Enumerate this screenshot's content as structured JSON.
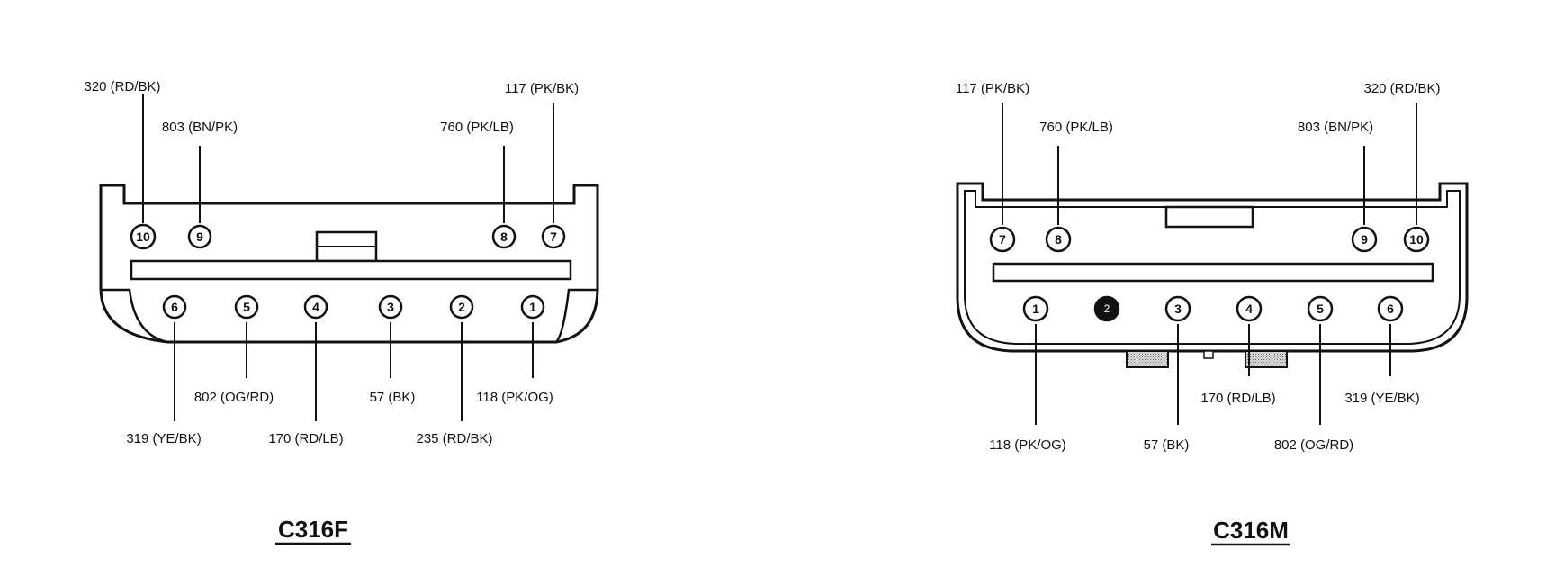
{
  "connectors": [
    {
      "id": "c316f",
      "title": "C316F",
      "pins": [
        {
          "pin": "1",
          "circuit": "118 (PK/OG)"
        },
        {
          "pin": "2",
          "circuit": "235 (RD/BK)"
        },
        {
          "pin": "3",
          "circuit": "57 (BK)"
        },
        {
          "pin": "4",
          "circuit": "170 (RD/LB)"
        },
        {
          "pin": "5",
          "circuit": "802 (OG/RD)"
        },
        {
          "pin": "6",
          "circuit": "319 (YE/BK)"
        },
        {
          "pin": "7",
          "circuit": "117 (PK/BK)"
        },
        {
          "pin": "8",
          "circuit": "760 (PK/LB)"
        },
        {
          "pin": "9",
          "circuit": "803 (BN/PK)"
        },
        {
          "pin": "10",
          "circuit": "320 (RD/BK)"
        }
      ]
    },
    {
      "id": "c316m",
      "title": "C316M",
      "pins": [
        {
          "pin": "1",
          "circuit": "118 (PK/OG)"
        },
        {
          "pin": "2",
          "circuit": "",
          "filled": true
        },
        {
          "pin": "3",
          "circuit": "57 (BK)"
        },
        {
          "pin": "4",
          "circuit": "170 (RD/LB)"
        },
        {
          "pin": "5",
          "circuit": "802 (OG/RD)"
        },
        {
          "pin": "6",
          "circuit": "319 (YE/BK)"
        },
        {
          "pin": "7",
          "circuit": "117 (PK/BK)"
        },
        {
          "pin": "8",
          "circuit": "760 (PK/LB)"
        },
        {
          "pin": "9",
          "circuit": "803 (BN/PK)"
        },
        {
          "pin": "10",
          "circuit": "320 (RD/BK)"
        }
      ]
    }
  ],
  "colors": {
    "line": "#111111",
    "background": "#ffffff",
    "filled_pin": "#111111",
    "hatch": "#999999"
  }
}
